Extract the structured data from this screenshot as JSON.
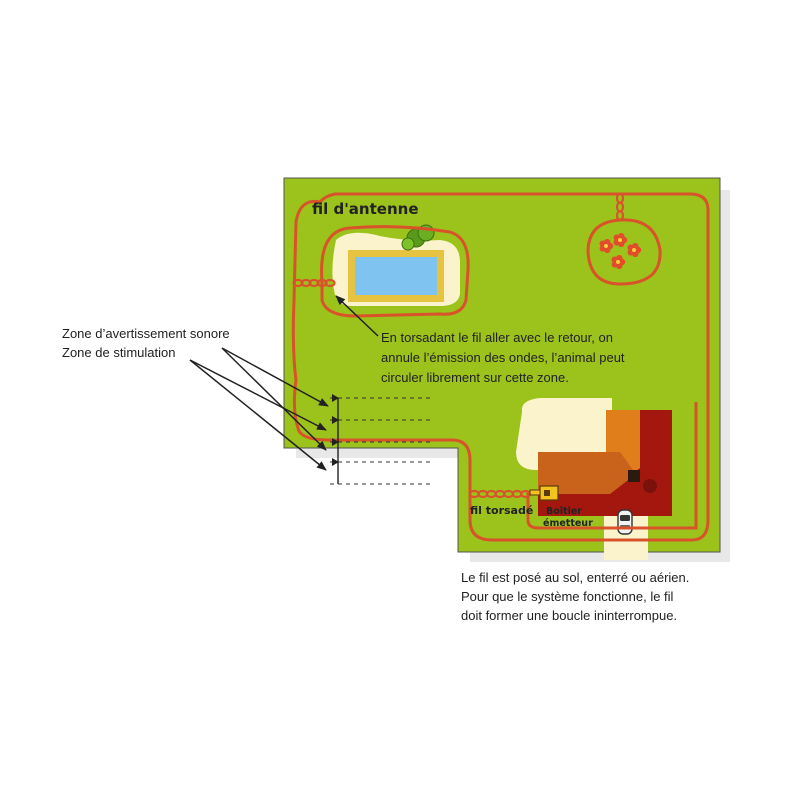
{
  "labels": {
    "antenna_wire": "fil d'antenne",
    "twisted_wire": "fil torsadé",
    "transmitter_line1": "Boîtier",
    "transmitter_line2": "émetteur"
  },
  "left_notes": {
    "warning_zone": "Zone d’avertissement sonore",
    "stimulation_zone": "Zone de stimulation"
  },
  "twist_note": {
    "line1": "En torsadant le fil aller avec le retour, on",
    "line2": "annule l’émission des ondes, l’animal peut",
    "line3": "circuler librement sur cette zone."
  },
  "bottom_note": {
    "line1": "Le fil est posé au sol, enterré ou aérien.",
    "line2": "Pour que le système fonctionne, le fil",
    "line3": "doit former une boucle ininterrompue."
  },
  "colors": {
    "lawn": "#9cc21c",
    "wire": "#d9532a",
    "pool_water": "#7fc4f0",
    "pool_edge": "#e6c340",
    "patio": "#fbf3cc",
    "roof_dark": "#a4170f",
    "roof_orange": "#e07e1c",
    "roof_mid": "#c9621a",
    "flowers": "#e24b2b",
    "text": "#222222"
  }
}
